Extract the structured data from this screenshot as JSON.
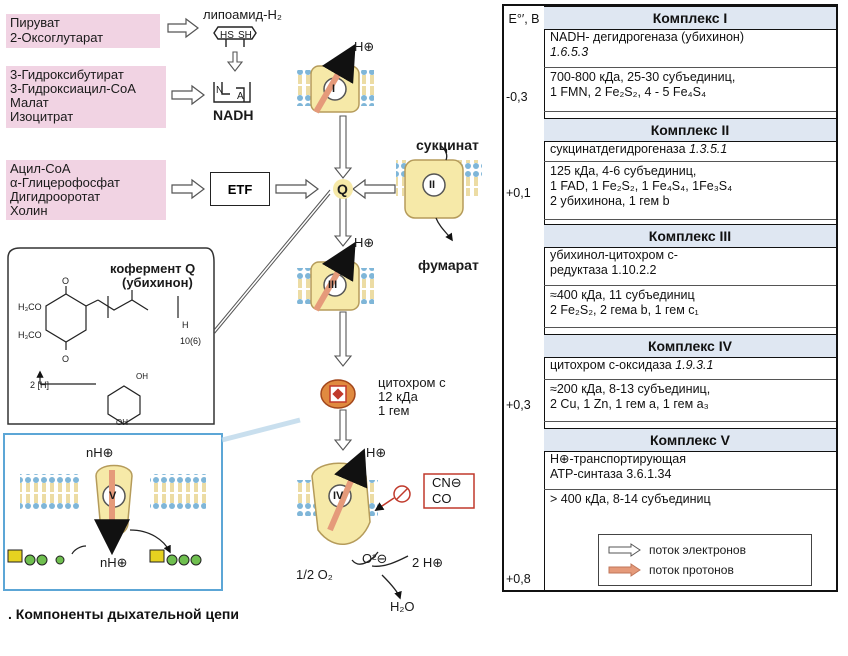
{
  "substrates_group1": [
    "Пируват",
    "2-Оксоглутарат"
  ],
  "lipoamide_label": "липоамид-H₂",
  "lipoamide_hs": "HS",
  "lipoamide_sh": "SH",
  "substrates_group2": [
    "3-Гидроксибутират",
    "3-Гидроксиацил-CoA",
    "Малат",
    "Изоцитрат"
  ],
  "nadh_label": "NADH",
  "nadh_box_left": "N",
  "nadh_box_right": "A",
  "substrates_group3": [
    "Ацил-CoA",
    "α-Глицерофосфат",
    "Дигидрооротат",
    "Холин"
  ],
  "etf_label": "ETF",
  "q_label": "Q",
  "complex_labels": [
    "I",
    "II",
    "III",
    "IV",
    "V"
  ],
  "h_plus": "H⊕",
  "n_h_plus": "nH⊕",
  "succinate_label": "сукцинат",
  "fumarate_label": "фумарат",
  "coenzyme_title_1": "кофермент Q",
  "coenzyme_title_2": "(убихинон)",
  "coenzyme_chem": {
    "h3co_top": "H₃CO",
    "h3co_bottom": "H₃CO",
    "o_top": "O",
    "o_bottom": "O",
    "h_end": "H",
    "repeat": "10(6)",
    "two_h": "2 [H]",
    "oh_top": "OH",
    "oh_bottom": "OH"
  },
  "cytochrome_c": [
    "цитохром с",
    "12 кДа",
    "1 гем"
  ],
  "inhibitors": [
    "CN⊖",
    "CO"
  ],
  "half_o2": "1/2 O₂",
  "o2_minus": "O²⊖",
  "two_h_plus": "2 H⊕",
  "water": "H₂O",
  "e_header": "E°′, В",
  "e_values": [
    "-0,3",
    "+0,1",
    "+0,3",
    "+0,8"
  ],
  "table": {
    "complexes": [
      {
        "title": "Комплекс I",
        "rows": [
          [
            "NADH- дегидрогеназа (убихинон)",
            "1.6.5.3"
          ],
          [
            "700-800 кДа, 25-30 субъединиц,",
            "1 FMN, 2 Fe₂S₂, 4 - 5 Fe₄S₄"
          ]
        ]
      },
      {
        "title": "Комплекс II",
        "rows": [
          [
            "сукцинатдегидрогеназа",
            "1.3.5.1"
          ],
          [
            "125 кДа, 4-6 субъединиц,",
            "1 FAD, 1 Fe₂S₂, 1 Fe₄S₄, 1Fe₃S₄",
            "2 убихинона, 1 гем b"
          ]
        ]
      },
      {
        "title": "Комплекс III",
        "rows": [
          [
            "убихинол-цитохром с-",
            "редуктаза 1.10.2.2"
          ],
          [
            "≈400 кДа, 11 субъединиц",
            "2 Fe₂S₂, 2 гема b, 1 гем c₁"
          ]
        ]
      },
      {
        "title": "Комплекс IV",
        "rows": [
          [
            "цитохром с-оксидаза",
            "1.9.3.1"
          ],
          [
            "≈200 кДа, 8-13 субъединиц,",
            "2 Cu, 1 Zn, 1 гем a, 1 гем a₃"
          ]
        ]
      },
      {
        "title": "Комплекс V",
        "rows": [
          [
            "H⊕-транспортирующая",
            "ATP-синтаза 3.6.1.34"
          ],
          [
            "> 400 кДа, 8-14 субъединиц"
          ]
        ]
      }
    ]
  },
  "legend": {
    "electron_flow": "поток электронов",
    "proton_flow": "поток протонов"
  },
  "caption": ". Компоненты дыхательной цепи",
  "colors": {
    "pink": "#f1d3e3",
    "membrane_yellow": "#f6e9a8",
    "membrane_blue": "#7fb6d8",
    "proton_arrow": "#e59a7a",
    "table_header": "#dfe7f2",
    "e_arrow": "#f3ef72"
  }
}
